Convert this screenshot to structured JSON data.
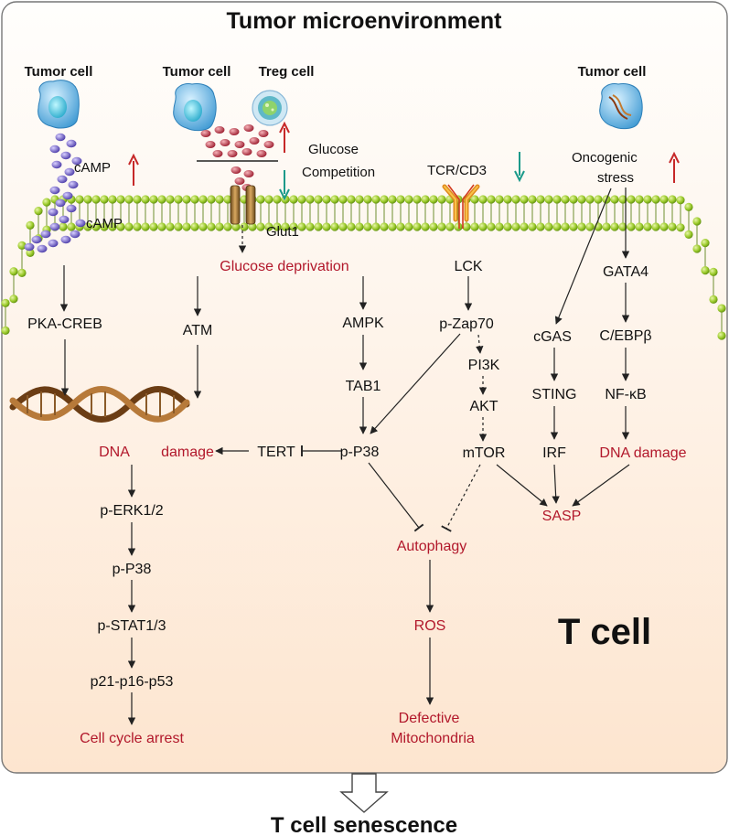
{
  "title": "Tumor microenvironment",
  "footer": "T cell senescence",
  "t_cell_label": "T cell",
  "cells": {
    "tumor_left": "Tumor cell",
    "tumor_mid": "Tumor cell",
    "treg": "Treg cell",
    "tumor_right": "Tumor cell"
  },
  "membrane": {
    "camp_top": "cAMP",
    "camp_bottom": "cAMP",
    "glucose": "Glucose",
    "competition": "Competition",
    "glut1": "Glut1",
    "tcr": "TCR/CD3",
    "oncogenic": "Oncogenic",
    "stress": "stress"
  },
  "nodes": {
    "glucose_deprivation": "Glucose deprivation",
    "pka_creb": "PKA-CREB",
    "atm": "ATM",
    "ampk": "AMPK",
    "tab1": "TAB1",
    "lck": "LCK",
    "pzap70": "p-Zap70",
    "pi3k": "PI3K",
    "akt": "AKT",
    "mtor": "mTOR",
    "gata4": "GATA4",
    "cebpb": "C/EBPβ",
    "nfkb": "NF-κB",
    "cgas": "cGAS",
    "sting": "STING",
    "irf": "IRF",
    "dna_damage_right": "DNA damage",
    "sasp": "SASP",
    "dna": "DNA",
    "damage": "damage",
    "tert": "TERT",
    "pp38_mid": "p-P38",
    "perk": "p-ERK1/2",
    "pp38_left": "p-P38",
    "pstat": "p-STAT1/3",
    "p21": "p21-p16-p53",
    "cell_cycle": "Cell cycle arrest",
    "autophagy": "Autophagy",
    "ros": "ROS",
    "defective": "Defective",
    "mitochondria": "Mitochondria"
  },
  "colors": {
    "red_text": "#b2182b",
    "up_arrow": "#c62828",
    "down_arrow": "#1a9a8a",
    "membrane_bead": "#8dc21f",
    "background_top": "#fffefc",
    "background_bottom": "#fde5cf"
  }
}
